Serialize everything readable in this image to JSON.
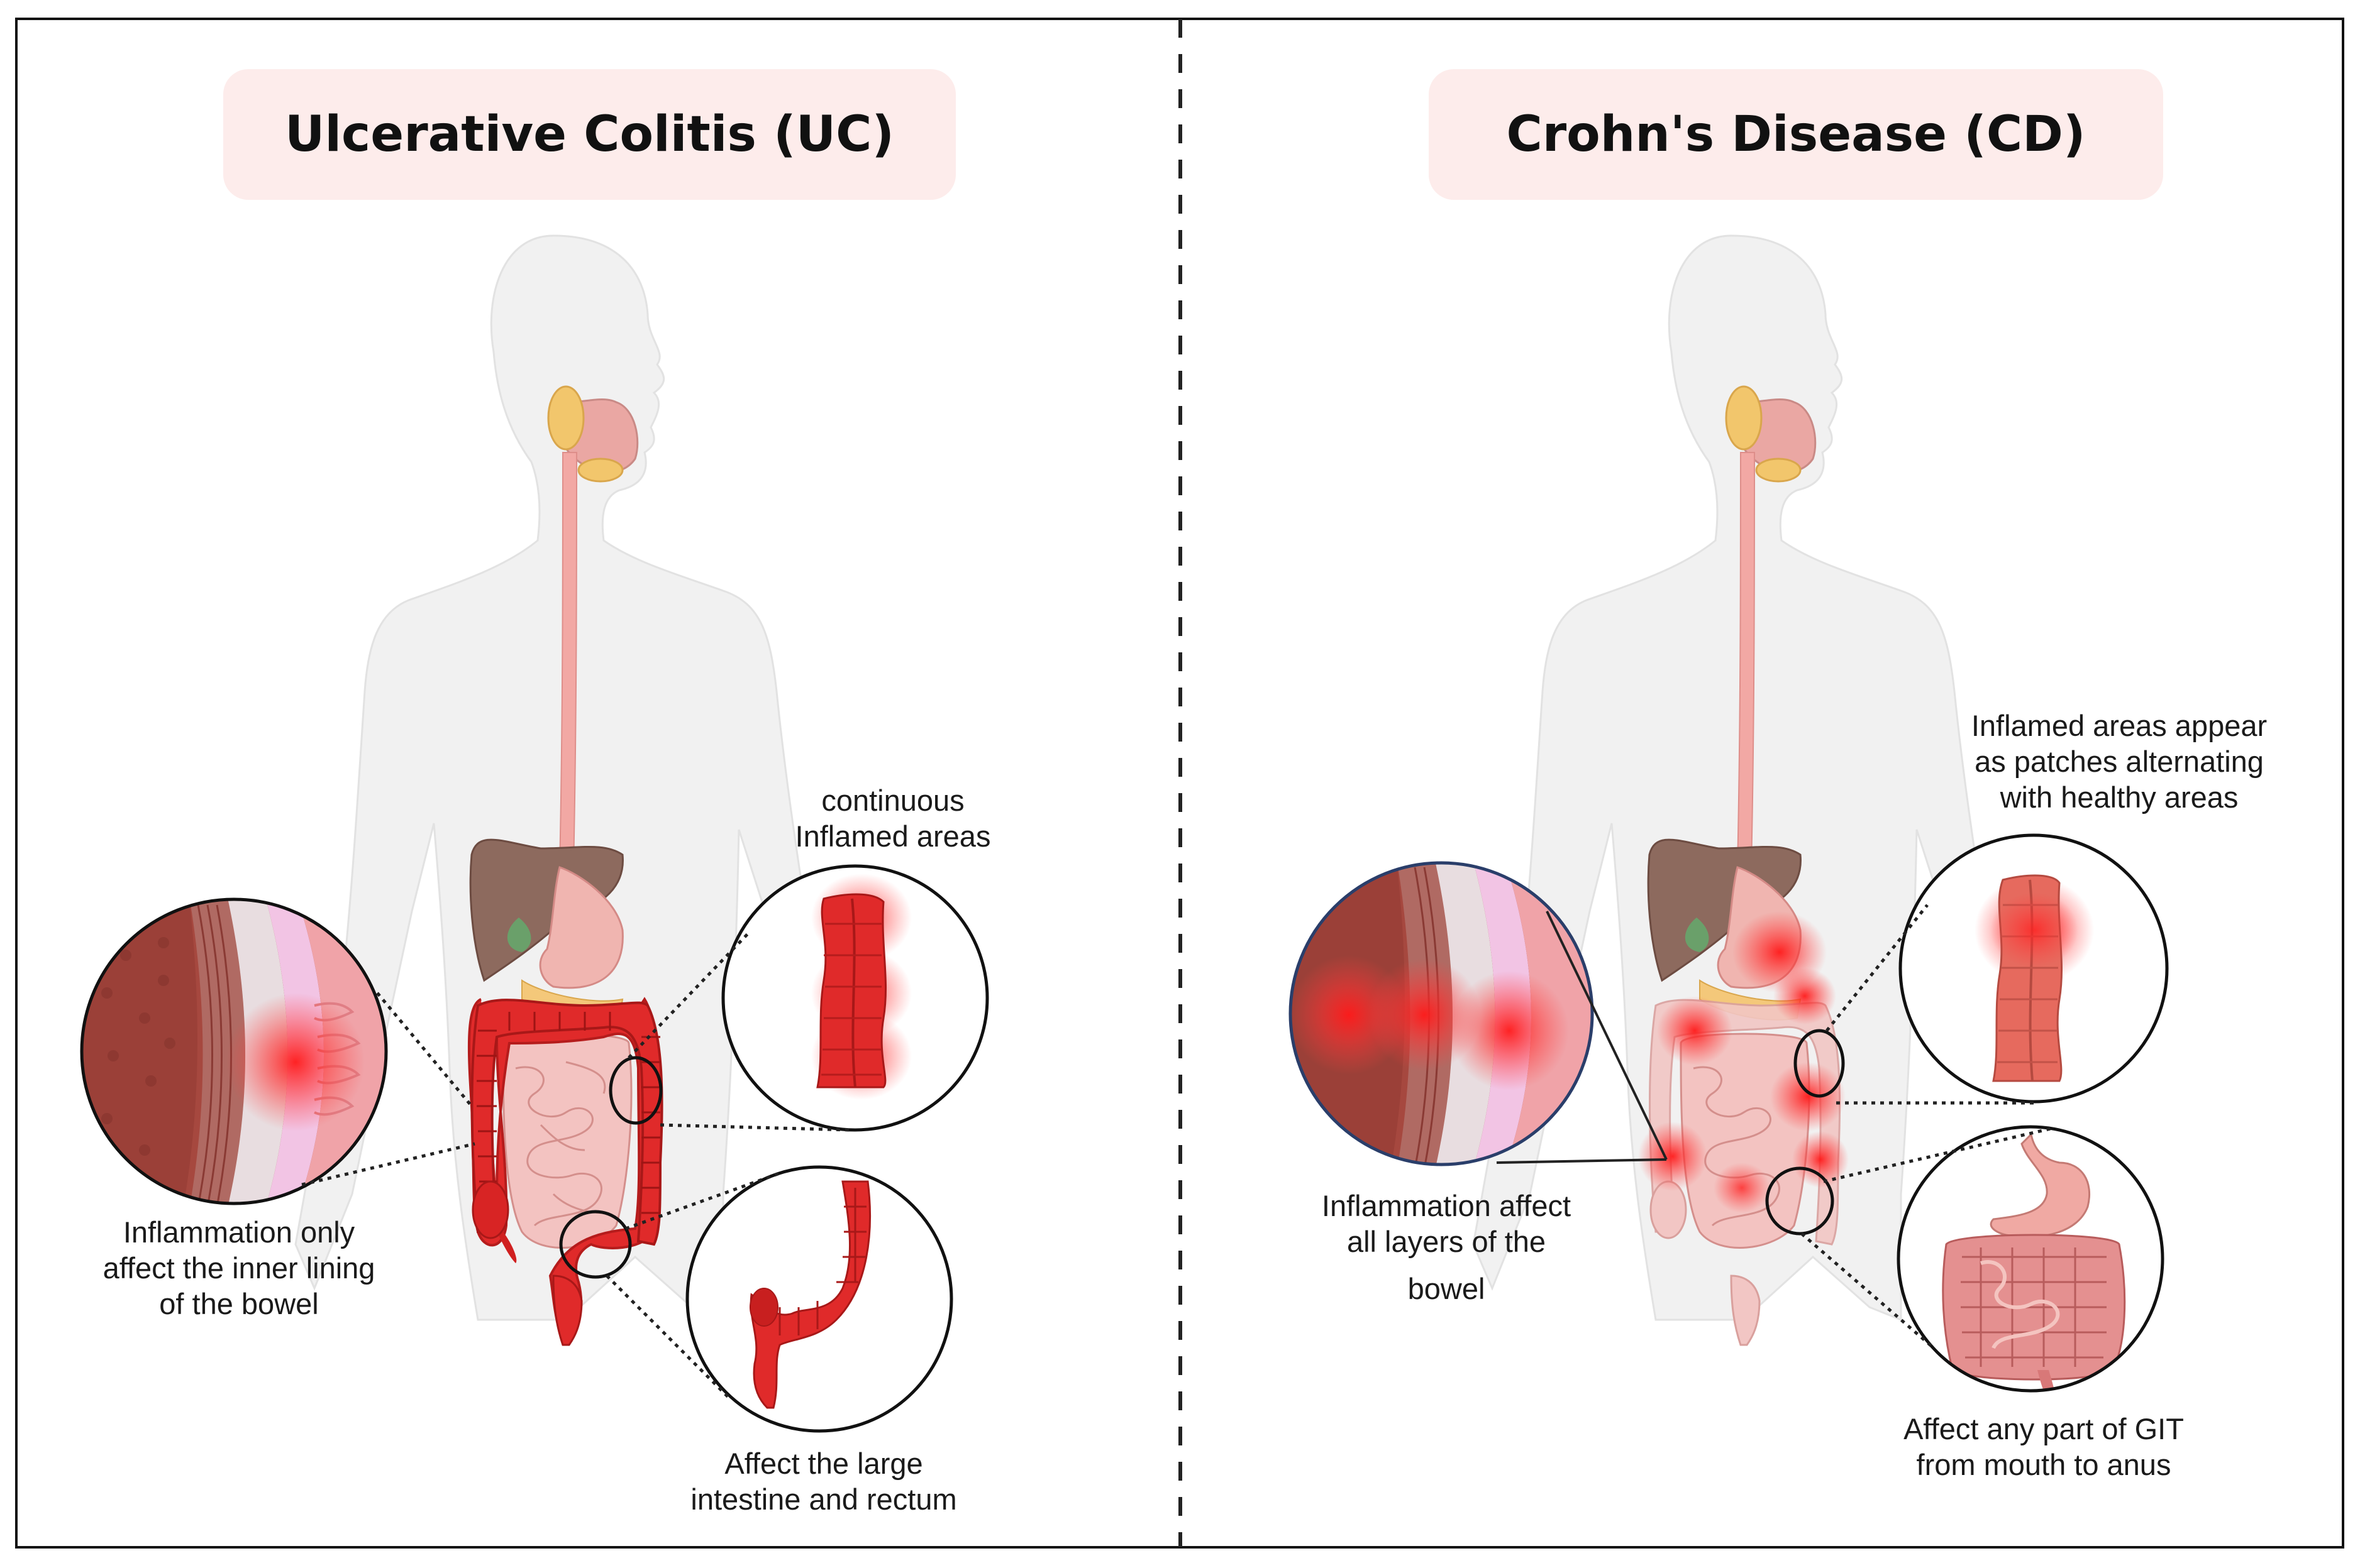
{
  "colors": {
    "frame": "#000000",
    "title_bg": "#fdeceb",
    "body_silhouette": "#f0f0f0",
    "inflamed_red": "#e02a2a",
    "esophagus_pink": "#f2a8a4",
    "liver_brown": "#8d6a5e",
    "salivary_yellow": "#f2c66c"
  },
  "panels": {
    "uc": {
      "title": "Ulcerative Colitis (UC)",
      "label_continuous": [
        "continuous",
        "Inflamed areas"
      ],
      "label_inner_lining": [
        "Inflammation only",
        "affect the inner lining",
        "of the bowel"
      ],
      "label_large_intestine": [
        "Affect the large",
        "intestine and rectum"
      ]
    },
    "cd": {
      "title": "Crohn's Disease (CD)",
      "label_patches": [
        "Inflamed areas appear",
        "as patches alternating",
        "with healthy areas"
      ],
      "label_all_layers": [
        "Inflammation affect",
        "all layers of the",
        "bowel"
      ],
      "label_any_part": [
        "Affect any part of GIT",
        "from mouth to anus"
      ]
    }
  },
  "icons": [
    "human-body-silhouette",
    "digestive-tract-illustration",
    "bowel-wall-cross-section",
    "colon-segment",
    "rectum-illustration",
    "stomach-and-intestines"
  ]
}
